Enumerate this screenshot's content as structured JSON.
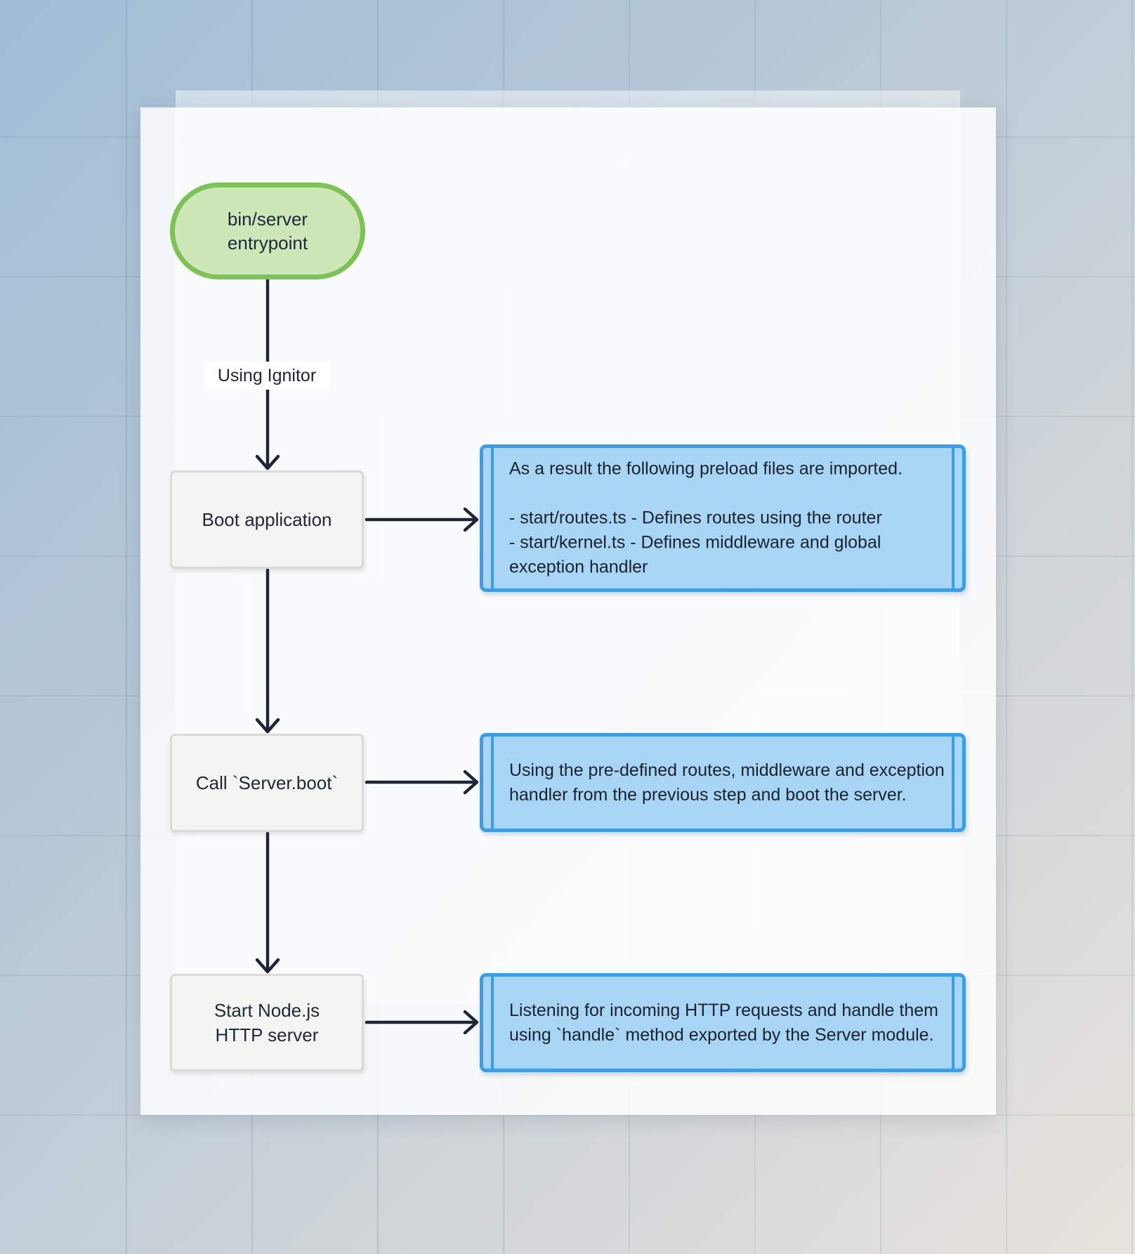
{
  "diagram": {
    "start": {
      "label": "bin/server\nentrypoint"
    },
    "edge_label": "Using Ignitor",
    "steps": [
      {
        "label": "Boot application",
        "note": "As a result the following preload files are imported.\n\n- start/routes.ts - Defines routes using the router\n- start/kernel.ts - Defines middleware and global exception handler"
      },
      {
        "label": "Call `Server.boot`",
        "note": "Using the pre-defined routes, middleware and exception handler from the previous step and boot the server."
      },
      {
        "label": "Start Node.js\nHTTP server",
        "note": "Listening for incoming HTTP requests and handle them using `handle` method exported by the Server module."
      }
    ],
    "colors": {
      "start_fill": "#cde7b8",
      "start_border": "#7cc257",
      "node_fill": "#f4f4f3",
      "node_border": "#dadad8",
      "note_fill": "#a9d5f4",
      "note_border": "#3b9de8",
      "arrow": "#1c2637",
      "background_top_left": "#a2bed6",
      "background_bottom_right": "#e7e3dc"
    }
  }
}
